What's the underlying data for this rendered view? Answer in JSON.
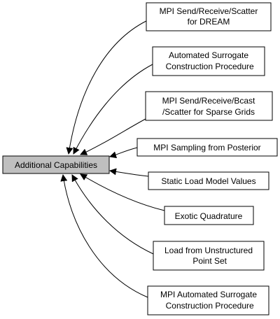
{
  "colors": {
    "root_fill": "#bfbfbf",
    "node_fill": "#ffffff",
    "stroke": "#000000",
    "edge": "#000000"
  },
  "root": {
    "lines": [
      "Additional Capabilities"
    ]
  },
  "nodes": [
    {
      "id": "n1",
      "lines": [
        "MPI Send/Receive/Scatter",
        "for DREAM"
      ]
    },
    {
      "id": "n2",
      "lines": [
        "Automated Surrogate",
        " Construction Procedure"
      ]
    },
    {
      "id": "n3",
      "lines": [
        "MPI Send/Receive/Bcast",
        "/Scatter for Sparse Grids"
      ]
    },
    {
      "id": "n4",
      "lines": [
        "MPI Sampling from Posterior"
      ]
    },
    {
      "id": "n5",
      "lines": [
        "Static Load Model Values"
      ]
    },
    {
      "id": "n6",
      "lines": [
        "Exotic Quadrature"
      ]
    },
    {
      "id": "n7",
      "lines": [
        "Load from Unstructured",
        " Point Set"
      ]
    },
    {
      "id": "n8",
      "lines": [
        "MPI Automated Surrogate",
        " Construction Procedure"
      ]
    }
  ]
}
